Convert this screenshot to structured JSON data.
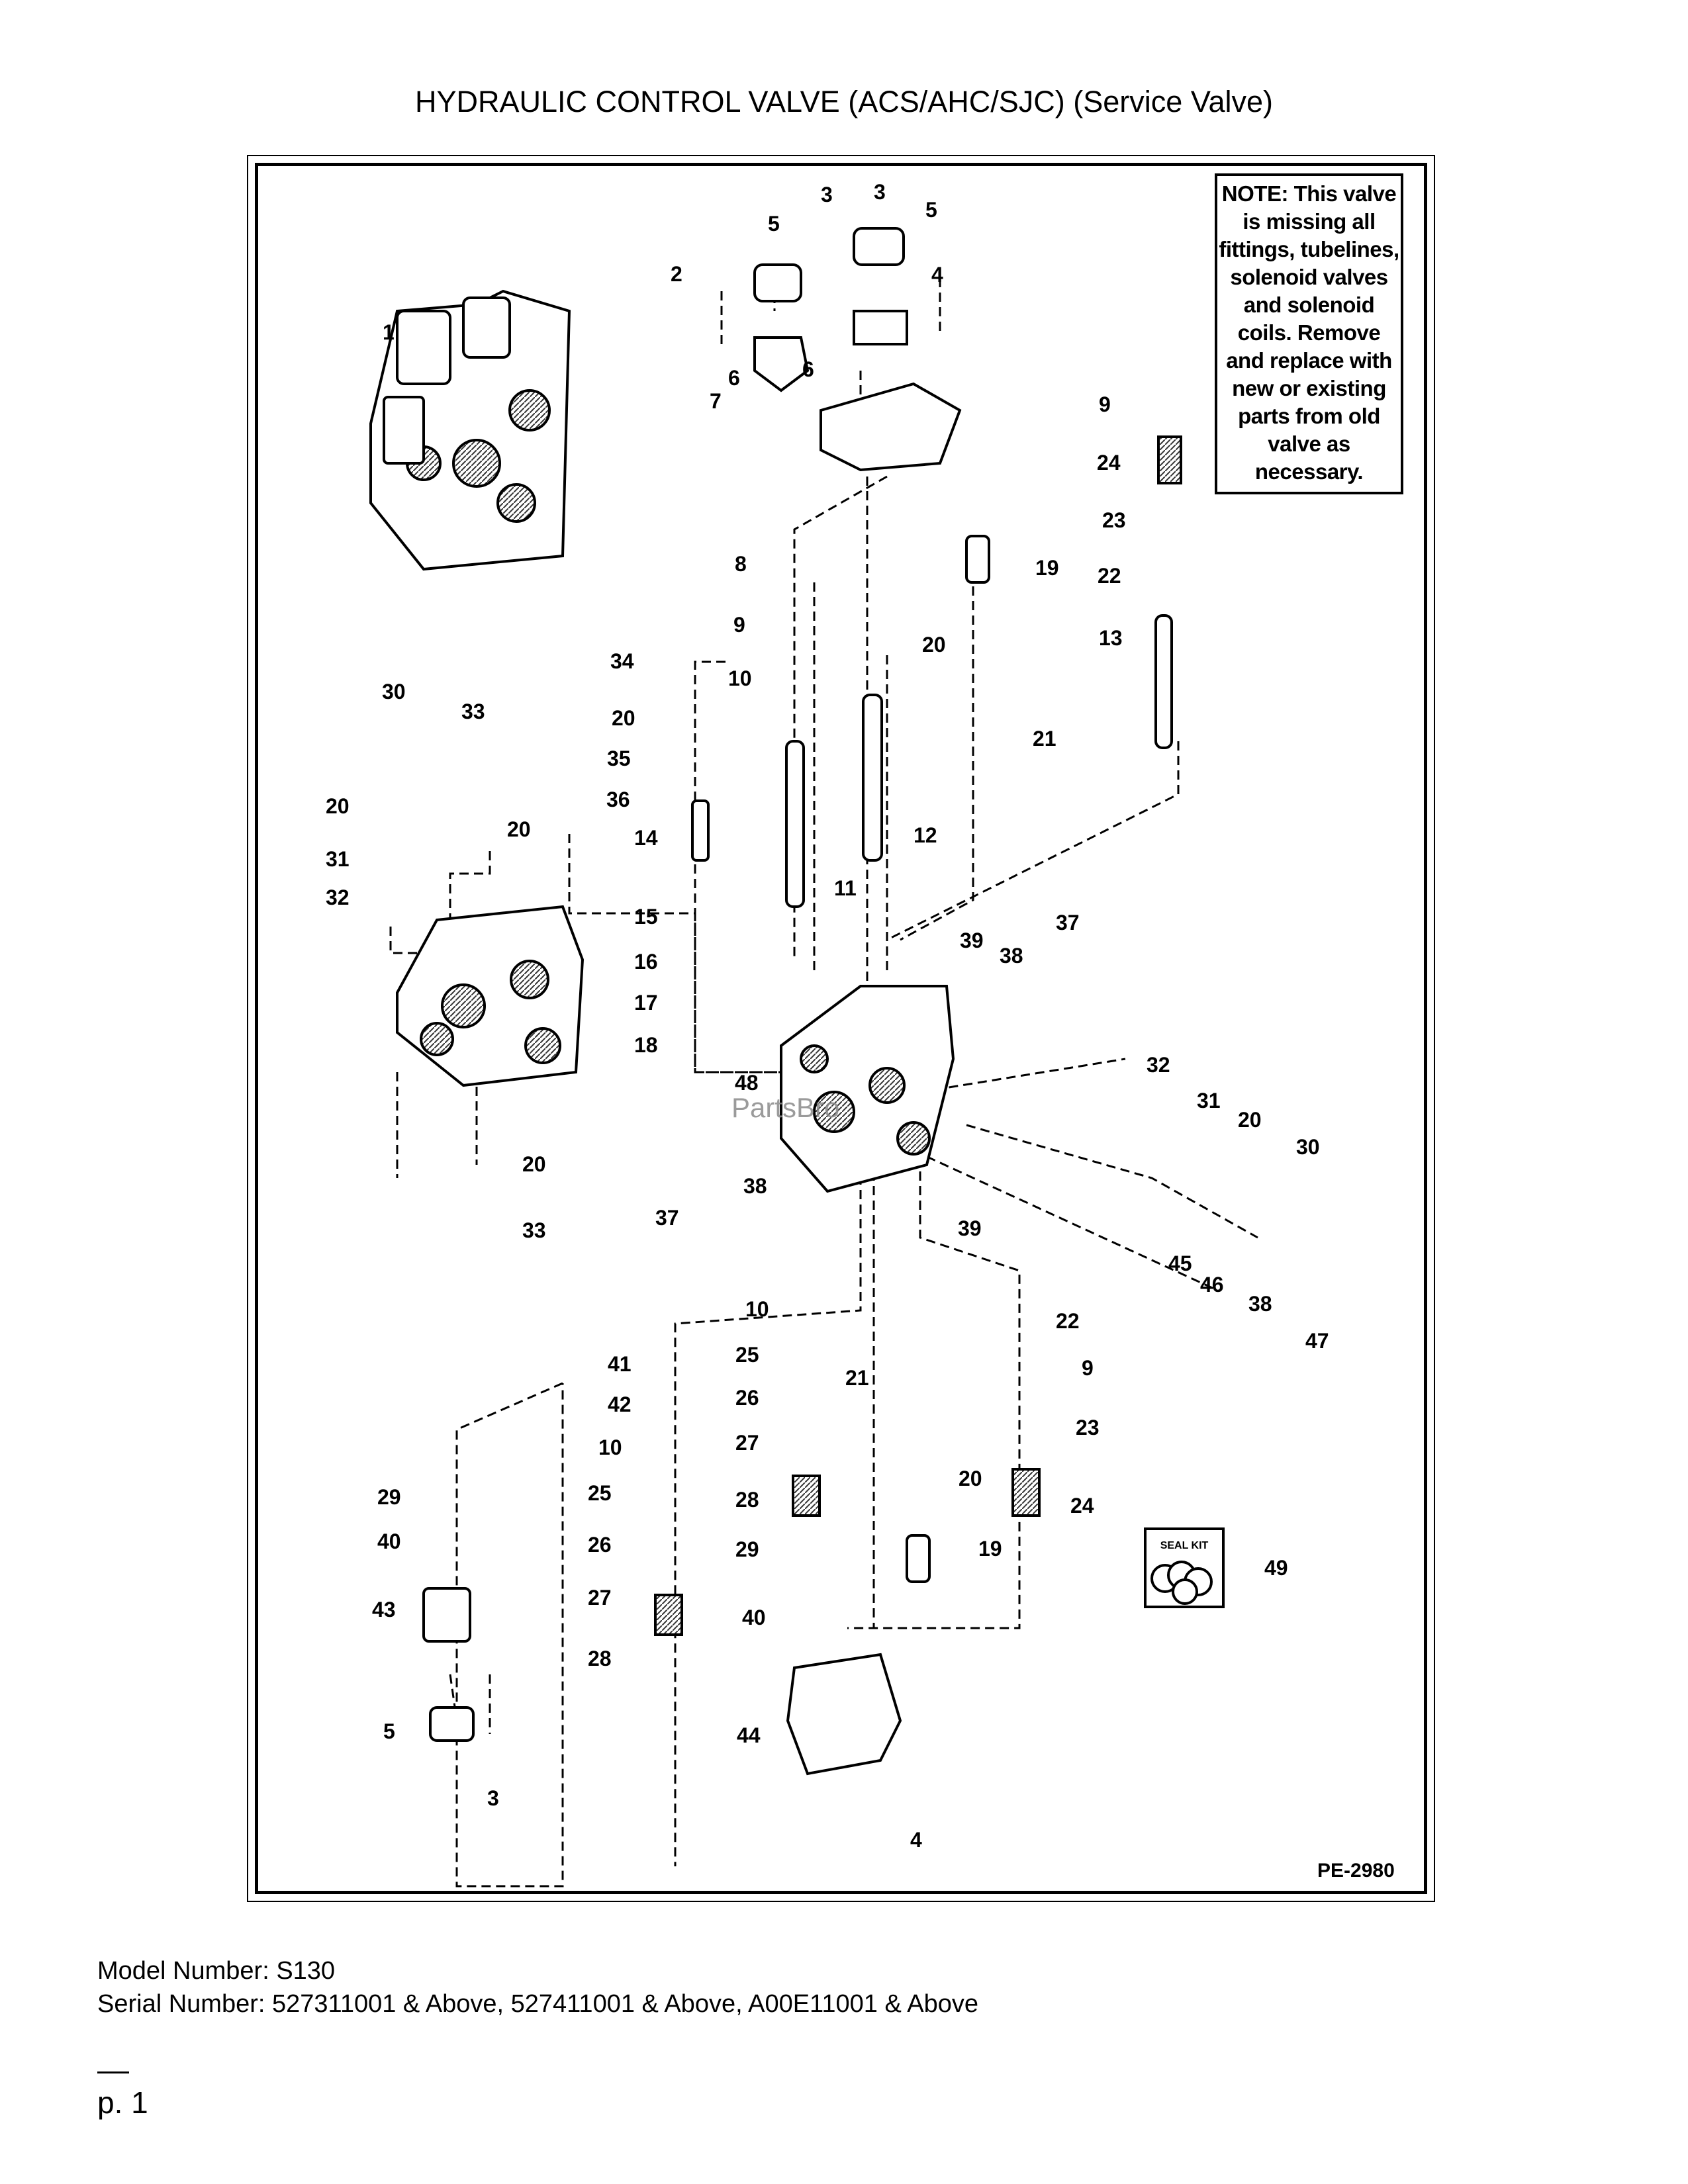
{
  "title": "HYDRAULIC CONTROL VALVE (ACS/AHC/SJC) (Service Valve)",
  "note": {
    "bold": "NOTE:",
    "text": "This valve is missing all fittings, tubelines, solenoid valves and solenoid coils. Remove and replace with new or existing parts from old valve as necessary."
  },
  "figure_code": "PE-2980",
  "watermark": "PartsBro",
  "seal_kit_label": "SEAL KIT",
  "callouts": [
    "1",
    "2",
    "3",
    "5",
    "4",
    "6",
    "6",
    "7",
    "5",
    "3",
    "9",
    "24",
    "23",
    "22",
    "13",
    "19",
    "8",
    "9",
    "10",
    "20",
    "21",
    "12",
    "11",
    "30",
    "33",
    "34",
    "20",
    "35",
    "36",
    "20",
    "20",
    "31",
    "32",
    "14",
    "15",
    "16",
    "17",
    "18",
    "39",
    "37",
    "38",
    "48",
    "32",
    "31",
    "20",
    "30",
    "20",
    "33",
    "38",
    "37",
    "39",
    "45",
    "46",
    "38",
    "47",
    "10",
    "41",
    "42",
    "10",
    "25",
    "26",
    "27",
    "28",
    "29",
    "40",
    "44",
    "4",
    "25",
    "26",
    "27",
    "28",
    "29",
    "40",
    "43",
    "5",
    "3",
    "21",
    "20",
    "19",
    "22",
    "9",
    "23",
    "24",
    "49"
  ],
  "footer": {
    "model": "Model Number: S130",
    "serial": "Serial Number: 527311001 & Above, 527411001 & Above, A00E11001 & Above"
  },
  "page_number": "p. 1"
}
